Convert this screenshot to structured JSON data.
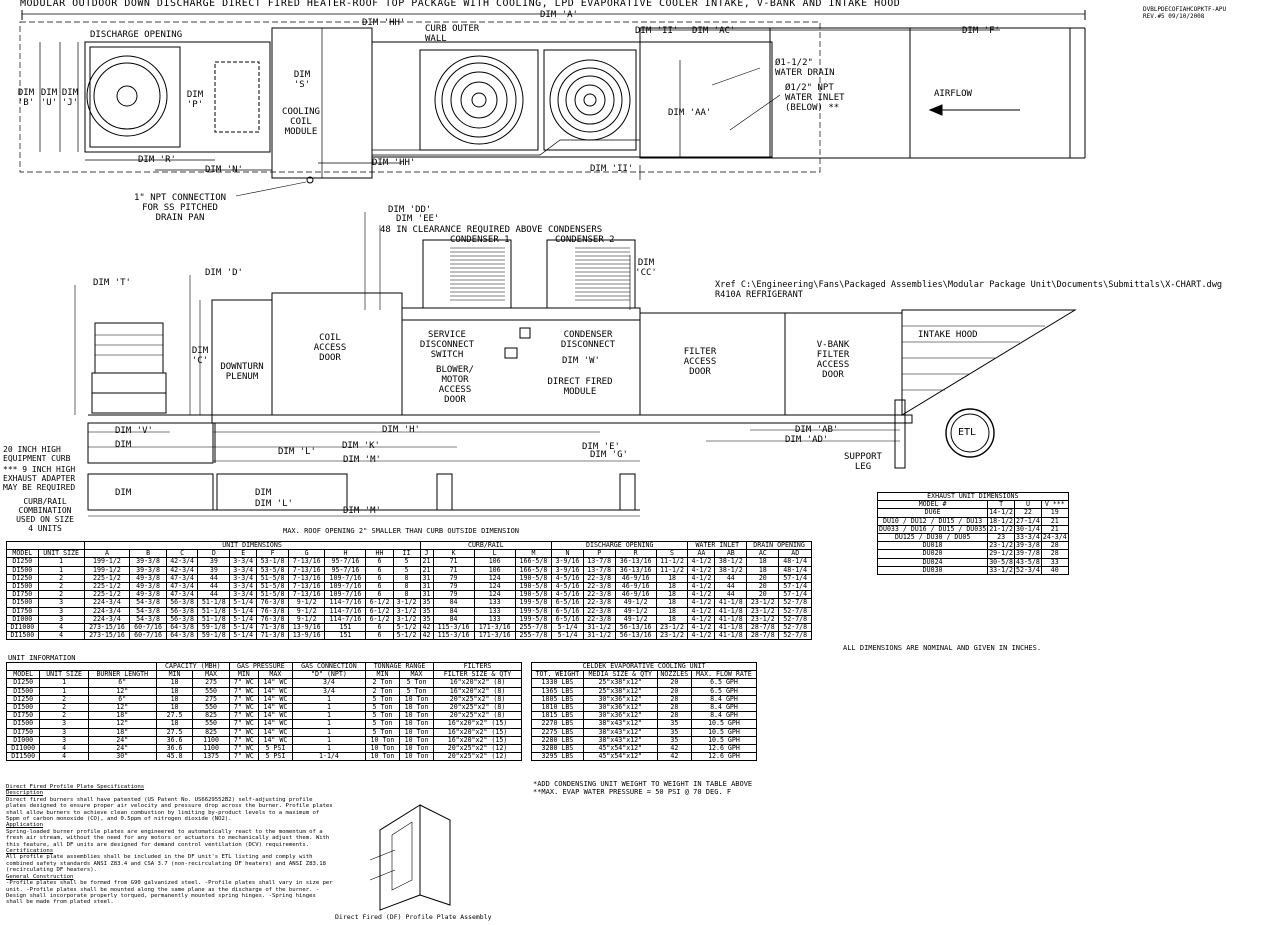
{
  "title": "MODULAR OUTDOOR DOWN DISCHARGE DIRECT FIRED HEATER-ROOF TOP PACKAGE WITH COOLING, LPD EVAPORATIVE COOLER INTAKE, V-BANK AND INTAKE HOOD",
  "revision": {
    "file": "DVBLPDECOFIAHCOPKTF-APU",
    "rev": "REV.#5   09/10/2008"
  },
  "plan_labels": {
    "discharge_opening": "DISCHARGE OPENING",
    "curb_outer_wall": [
      "CURB OUTER",
      "WALL"
    ],
    "cooling_coil": [
      "COOLING",
      "COIL",
      "MODULE"
    ],
    "water_drain": [
      "Ø1-1/2\"",
      "WATER DRAIN"
    ],
    "water_inlet": [
      "Ø1/2\" NPT",
      "WATER INLET",
      "(BELOW) **"
    ],
    "airflow": "AIRFLOW",
    "npt_connection": [
      "1\" NPT CONNECTION",
      "FOR SS PITCHED",
      "DRAIN PAN"
    ]
  },
  "elev_labels": {
    "clearance": "48 IN CLEARANCE REQUIRED ABOVE CONDENSERS",
    "condenser_1": "CONDENSER 1",
    "condenser_2": "CONDENSER 2",
    "xref": "Xref  C:\\Engineering\\Fans\\Packaged Assemblies\\Modular Package Unit\\Documents\\Submittals\\X-CHART.dwg",
    "refrigerant": "R410A REFRIGERANT",
    "intake_hood": "INTAKE HOOD",
    "coil_access": [
      "COIL",
      "ACCESS",
      "DOOR"
    ],
    "downturn": [
      "DOWNTURN",
      "PLENUM"
    ],
    "service_disconnect": [
      "SERVICE",
      "DISCONNECT",
      "SWITCH"
    ],
    "blower_access": [
      "BLOWER/",
      "MOTOR",
      "ACCESS",
      "DOOR"
    ],
    "condenser_disconnect": [
      "CONDENSER",
      "DISCONNECT"
    ],
    "direct_fired": [
      "DIRECT FIRED",
      "MODULE"
    ],
    "filter_access": [
      "FILTER",
      "ACCESS",
      "DOOR"
    ],
    "vbank_access": [
      "V-BANK",
      "FILTER",
      "ACCESS",
      "DOOR"
    ],
    "support_leg": [
      "SUPPORT",
      "LEG"
    ],
    "curb_20": [
      "20 INCH HIGH",
      "EQUIPMENT CURB"
    ],
    "adapter_9": [
      "*** 9 INCH HIGH",
      "EXHAUST ADAPTER",
      "MAY BE REQUIRED"
    ],
    "curb_rail": [
      "CURB/RAIL",
      "COMBINATION",
      "USED ON SIZE",
      "4 UNITS"
    ],
    "max_roof": "MAX. ROOF OPENING 2\" SMALLER THAN CURB OUTSIDE DIMENSION"
  },
  "dims": {
    "A": "DIM 'A'",
    "B": [
      "DIM",
      "'B'"
    ],
    "U": [
      "DIM",
      "'U'"
    ],
    "J": [
      "DIM",
      "'J'"
    ],
    "S": [
      "DIM",
      "'S'"
    ],
    "P": [
      "DIM",
      "'P'"
    ],
    "R": "DIM 'R'",
    "N": "DIM 'N'",
    "HH": "DIM 'HH'",
    "II": "DIM 'II'",
    "AC": "DIM 'AC'",
    "F": "DIM 'F'",
    "AA": "DIM 'AA'",
    "DD": "DIM 'DD'",
    "EE": "DIM 'EE'",
    "CC": [
      "DIM",
      "'CC'"
    ],
    "T": "DIM 'T'",
    "D": "DIM 'D'",
    "C": [
      "DIM",
      "'C'"
    ],
    "W": "DIM 'W'",
    "V": "DIM 'V'",
    "K": "DIM 'K'",
    "L": "DIM 'L'",
    "H": "DIM 'H'",
    "M": "DIM 'M'",
    "E": "DIM 'E'",
    "G": "DIM 'G'",
    "AB": "DIM 'AB'",
    "AD": "DIM 'AD'"
  },
  "exhaust_table": {
    "title": "EXHAUST UNIT DIMENSIONS",
    "headers": [
      "MODEL #",
      "T",
      "U",
      "V ***"
    ],
    "rows": [
      [
        "DU6E",
        "14-1/2",
        "22",
        "19"
      ],
      [
        "DU10 / DU12 / DU15 / DU13",
        "18-1/2",
        "27-1/4",
        "21"
      ],
      [
        "DU033 / DU16 / DU15 / DU035",
        "21-1/2",
        "30-1/4",
        "21"
      ],
      [
        "DU125 / DU30 / DU05",
        "23",
        "33-3/4",
        "24-3/4"
      ],
      [
        "DU018",
        "23-1/2",
        "39-3/8",
        "28"
      ],
      [
        "DU020",
        "29-1/2",
        "39-7/8",
        "28"
      ],
      [
        "DU024",
        "30-5/8",
        "43-5/8",
        "33"
      ],
      [
        "DU030",
        "33-1/2",
        "52-3/4",
        "40"
      ]
    ],
    "note": "ALL DIMENSIONS ARE NOMINAL AND GIVEN IN INCHES."
  },
  "unit_dims": {
    "group_headers": [
      "UNIT DIMENSIONS",
      "CURB/RAIL",
      "DISCHARGE OPENING",
      "WATER INLET",
      "DRAIN OPENING"
    ],
    "headers": [
      "MODEL",
      "UNIT SIZE",
      "A",
      "B",
      "C",
      "D",
      "E",
      "F",
      "G",
      "H",
      "HH",
      "II",
      "J",
      "K",
      "L",
      "M",
      "N",
      "P",
      "R",
      "S",
      "AA",
      "AB",
      "AC",
      "AD"
    ],
    "rows": [
      [
        "DI250",
        "1",
        "199-1/2",
        "39-3/8",
        "42-3/4",
        "39",
        "3-3/4",
        "53-1/8",
        "7-13/16",
        "95-7/16",
        "6",
        "5",
        "21",
        "71",
        "106",
        "166-5/8",
        "3-9/16",
        "13-7/8",
        "36-13/16",
        "11-1/2",
        "4-1/2",
        "38-1/2",
        "18",
        "48-1/4"
      ],
      [
        "DI500",
        "1",
        "199-1/2",
        "39-3/8",
        "42-3/4",
        "39",
        "3-3/4",
        "53-5/8",
        "7-13/16",
        "95-7/16",
        "6",
        "5",
        "21",
        "71",
        "106",
        "166-5/8",
        "3-9/16",
        "13-7/8",
        "36-13/16",
        "11-1/2",
        "4-1/2",
        "38-1/2",
        "18",
        "48-1/4"
      ],
      [
        "DI250",
        "2",
        "225-1/2",
        "49-3/8",
        "47-3/4",
        "44",
        "3-3/4",
        "51-5/8",
        "7-13/16",
        "109-7/16",
        "6",
        "8",
        "31",
        "79",
        "124",
        "190-5/8",
        "4-5/16",
        "22-3/8",
        "46-9/16",
        "18",
        "4-1/2",
        "44",
        "20",
        "57-1/4"
      ],
      [
        "DI500",
        "2",
        "225-1/2",
        "49-3/8",
        "47-3/4",
        "44",
        "3-3/4",
        "51-5/8",
        "7-13/16",
        "109-7/16",
        "6",
        "8",
        "31",
        "79",
        "124",
        "190-5/8",
        "4-5/16",
        "22-3/8",
        "46-9/16",
        "18",
        "4-1/2",
        "44",
        "20",
        "57-1/4"
      ],
      [
        "DI750",
        "2",
        "225-1/2",
        "49-3/8",
        "47-3/4",
        "44",
        "3-3/4",
        "51-5/8",
        "7-13/16",
        "109-7/16",
        "6",
        "8",
        "31",
        "79",
        "124",
        "190-5/8",
        "4-5/16",
        "22-3/8",
        "46-9/16",
        "18",
        "4-1/2",
        "44",
        "20",
        "57-1/4"
      ],
      [
        "DI500",
        "3",
        "224-3/4",
        "54-3/8",
        "56-3/8",
        "51-1/8",
        "5-1/4",
        "76-3/8",
        "9-1/2",
        "114-7/16",
        "6-1/2",
        "3-1/2",
        "35",
        "84",
        "133",
        "199-5/8",
        "6-5/16",
        "22-3/8",
        "49-1/2",
        "18",
        "4-1/2",
        "41-1/8",
        "23-1/2",
        "52-7/8"
      ],
      [
        "DI750",
        "3",
        "224-3/4",
        "54-3/8",
        "56-3/8",
        "51-1/8",
        "5-1/4",
        "76-3/8",
        "9-1/2",
        "114-7/16",
        "6-1/2",
        "3-1/2",
        "35",
        "84",
        "133",
        "199-5/8",
        "6-5/16",
        "22-3/8",
        "49-1/2",
        "18",
        "4-1/2",
        "41-1/8",
        "23-1/2",
        "52-7/8"
      ],
      [
        "DI000",
        "3",
        "224-3/4",
        "54-3/8",
        "56-3/8",
        "51-1/8",
        "5-1/4",
        "76-3/8",
        "9-1/2",
        "114-7/16",
        "6-1/2",
        "3-1/2",
        "35",
        "84",
        "133",
        "199-5/8",
        "6-5/16",
        "22-3/8",
        "49-1/2",
        "18",
        "4-1/2",
        "41-1/8",
        "23-1/2",
        "52-7/8"
      ],
      [
        "DI1000",
        "4",
        "273-15/16",
        "60-7/16",
        "64-3/8",
        "59-1/8",
        "5-1/4",
        "71-3/8",
        "13-9/16",
        "151",
        "6",
        "5-1/2",
        "42",
        "115-3/16",
        "171-3/16",
        "255-7/8",
        "5-1/4",
        "31-1/2",
        "56-13/16",
        "23-1/2",
        "4-1/2",
        "41-1/8",
        "28-7/8",
        "52-7/8"
      ],
      [
        "DI1500",
        "4",
        "273-15/16",
        "60-7/16",
        "64-3/8",
        "59-1/8",
        "5-1/4",
        "71-3/8",
        "13-9/16",
        "151",
        "6",
        "5-1/2",
        "42",
        "115-3/16",
        "171-3/16",
        "255-7/8",
        "5-1/4",
        "31-1/2",
        "56-13/16",
        "23-1/2",
        "4-1/2",
        "41-1/8",
        "28-7/8",
        "52-7/8"
      ]
    ]
  },
  "unit_info": {
    "title": "UNIT INFORMATION",
    "group_headers": [
      "CAPACITY (MBH)",
      "GAS PRESSURE",
      "GAS CONNECTION",
      "TONNAGE RANGE",
      "FILTERS"
    ],
    "headers": [
      "MODEL",
      "UNIT SIZE",
      "BURNER LENGTH",
      "MIN",
      "MAX",
      "MIN",
      "MAX",
      "\"D\" (NPT)",
      "MIN",
      "MAX",
      "FILTER SIZE & QTY"
    ],
    "rows": [
      [
        "DI250",
        "1",
        "6\"",
        "18",
        "275",
        "7\" WC",
        "14\" WC",
        "3/4",
        "2 Ton",
        "5 Ton",
        "16\"x20\"x2\" (8)"
      ],
      [
        "DI500",
        "1",
        "12\"",
        "18",
        "550",
        "7\" WC",
        "14\" WC",
        "3/4",
        "2 Ton",
        "5 Ton",
        "16\"x20\"x2\" (8)"
      ],
      [
        "DI250",
        "2",
        "6\"",
        "18",
        "275",
        "7\" WC",
        "14\" WC",
        "1",
        "5 Ton",
        "10 Ton",
        "20\"x25\"x2\" (8)"
      ],
      [
        "DI500",
        "2",
        "12\"",
        "18",
        "550",
        "7\" WC",
        "14\" WC",
        "1",
        "5 Ton",
        "10 Ton",
        "20\"x25\"x2\" (8)"
      ],
      [
        "DI750",
        "2",
        "18\"",
        "27.5",
        "825",
        "7\" WC",
        "14\" WC",
        "1",
        "5 Ton",
        "10 Ton",
        "20\"x25\"x2\" (8)"
      ],
      [
        "DI500",
        "3",
        "12\"",
        "18",
        "550",
        "7\" WC",
        "14\" WC",
        "1",
        "5 Ton",
        "10 Ton",
        "16\"x20\"x2\" (15)"
      ],
      [
        "DI750",
        "3",
        "18\"",
        "27.5",
        "825",
        "7\" WC",
        "14\" WC",
        "1",
        "5 Ton",
        "10 Ton",
        "16\"x20\"x2\" (15)"
      ],
      [
        "DI000",
        "3",
        "24\"",
        "36.6",
        "1100",
        "7\" WC",
        "14\" WC",
        "1",
        "10 Ton",
        "10 Ton",
        "16\"x20\"x2\" (15)"
      ],
      [
        "DI1000",
        "4",
        "24\"",
        "36.6",
        "1100",
        "7\" WC",
        "5 PSI",
        "1",
        "10 Ton",
        "10 Ton",
        "20\"x25\"x2\" (12)"
      ],
      [
        "DI1500",
        "4",
        "30\"",
        "45.8",
        "1375",
        "7\" WC",
        "5 PSI",
        "1-1/4",
        "10 Ton",
        "10 Ton",
        "20\"x25\"x2\" (12)"
      ]
    ]
  },
  "celdek": {
    "title": "CELDEK EVAPORATIVE COOLING UNIT",
    "headers": [
      "TOT. WEIGHT",
      "MEDIA SIZE & QTY",
      "NOZZLES",
      "MAX. FLOW RATE"
    ],
    "rows": [
      [
        "1330 LBS",
        "25\"x38\"x12\"",
        "20",
        "6.5 GPH"
      ],
      [
        "1365 LBS",
        "25\"x38\"x12\"",
        "20",
        "6.5 GPH"
      ],
      [
        "1805 LBS",
        "30\"x36\"x12\"",
        "28",
        "8.4 GPH"
      ],
      [
        "1810 LBS",
        "30\"x36\"x12\"",
        "28",
        "8.4 GPH"
      ],
      [
        "1815 LBS",
        "30\"x36\"x12\"",
        "28",
        "8.4 GPH"
      ],
      [
        "2270 LBS",
        "38\"x43\"x12\"",
        "35",
        "10.5 GPH"
      ],
      [
        "2275 LBS",
        "38\"x43\"x12\"",
        "35",
        "10.5 GPH"
      ],
      [
        "2280 LBS",
        "38\"x43\"x12\"",
        "35",
        "10.5 GPH"
      ],
      [
        "3280 LBS",
        "45\"x54\"x12\"",
        "42",
        "12.6 GPH"
      ],
      [
        "3295 LBS",
        "45\"x54\"x12\"",
        "42",
        "12.6 GPH"
      ]
    ],
    "notes": [
      "*ADD CONDENSING UNIT WEIGHT TO WEIGHT IN TABLE ABOVE",
      "**MAX. EVAP WATER PRESSURE = 50 PSI @ 70 DEG. F"
    ]
  },
  "specs": {
    "title": "Direct Fired Profile Plate Specifications",
    "sections": [
      {
        "h": "Description",
        "t": "Direct fired burners shall have patented (US Patent No. US6629552B2) self-adjusting profile plates designed to ensure proper air velocity and pressure drop across the burner. Profile plates shall allow burners to achieve clean combustion by limiting by-product levels to a maximum of 5ppm of carbon monoxide (CO), and 0.5ppm of nitrogen dioxide (NO2)."
      },
      {
        "h": "Application",
        "t": "Spring-loaded burner profile plates are engineered to automatically react to the momentum of a fresh air stream, without the need for any motors or actuators to mechanically adjust them. With this feature, all DF units are designed for demand control ventilation (DCV) requirements."
      },
      {
        "h": "Certifications",
        "t": "All profile plate assemblies shall be included in the DF unit's ETL listing and comply with combined safety standards ANSI Z83.4 and CSA 3.7 (non-recirculating DF heaters) and ANSI Z83.18 (recirculating DF heaters)."
      },
      {
        "h": "General Construction",
        "t": "-Profile plates shall be formed from G90 galvanized steel. -Profile plates shall vary in size per unit. -Profile plates shall be mounted along the same plane as the discharge of the burner. -Design shall incorporate properly torqued, permanently mounted spring hinges. -Spring hinges shall be made from plated steel."
      }
    ],
    "caption": "Direct Fired (DF) Profile Plate Assembly"
  },
  "etl": "ETL"
}
